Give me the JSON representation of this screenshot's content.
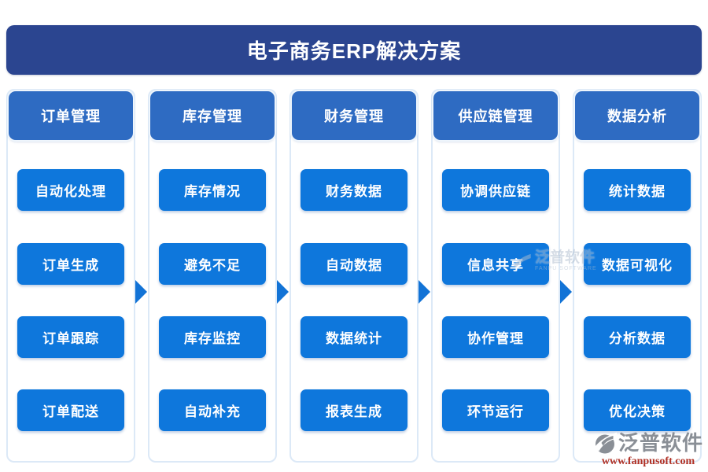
{
  "title": "电子商务ERP解决方案",
  "colors": {
    "banner_bg": "#2B4590",
    "header_bg": "#2E6BC2",
    "item_bg": "#0E77DC",
    "arrow": "#1273D6",
    "panel_border": "#DCE9F7",
    "watermark_url_red": "#B03024",
    "watermark_gray": "#8A8F96"
  },
  "columns": [
    {
      "header": "订单管理",
      "items": [
        "自动化处理",
        "订单生成",
        "订单跟踪",
        "订单配送"
      ]
    },
    {
      "header": "库存管理",
      "items": [
        "库存情况",
        "避免不足",
        "库存监控",
        "自动补充"
      ]
    },
    {
      "header": "财务管理",
      "items": [
        "财务数据",
        "自动数据",
        "数据统计",
        "报表生成"
      ]
    },
    {
      "header": "供应链管理",
      "items": [
        "协调供应链",
        "信息共享",
        "协作管理",
        "环节运行"
      ]
    },
    {
      "header": "数据分析",
      "items": [
        "统计数据",
        "数据可视化",
        "分析数据",
        "优化决策"
      ]
    }
  ],
  "watermark": {
    "brand": "泛普软件",
    "brand_sub": "FANPU SOFTWARE",
    "url": "www.fanpusoft.com"
  }
}
